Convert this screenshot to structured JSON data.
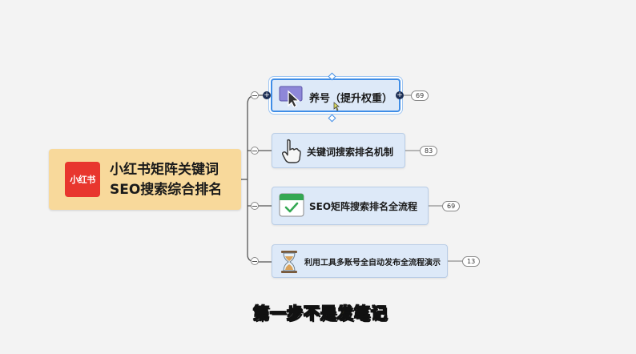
{
  "root": {
    "logo_text": "小红书",
    "title_line1": "小红书矩阵关键词",
    "title_line2": "SEO搜索综合排名"
  },
  "topics": [
    {
      "label": "养号（提升权重）",
      "count": "69",
      "icon": "cursor-arrow-icon",
      "selected": true
    },
    {
      "label": "关键词搜索排名机制",
      "count": "83",
      "icon": "pointing-hand-icon",
      "selected": false
    },
    {
      "label": "SEO矩阵搜索排名全流程",
      "count": "69",
      "icon": "calendar-check-icon",
      "selected": false
    },
    {
      "label": "利用工具多账号全自动发布全流程演示",
      "count": "13",
      "icon": "hourglass-icon",
      "selected": false
    }
  ],
  "caption": "第一步不是发笔记",
  "colors": {
    "background": "#f3f3f3",
    "root_fill": "#f8d99b",
    "logo_red": "#e8362e",
    "topic_fill": "#dde9f8",
    "selection_blue": "#3f8de6",
    "caption_yellow": "#ffe52a"
  }
}
